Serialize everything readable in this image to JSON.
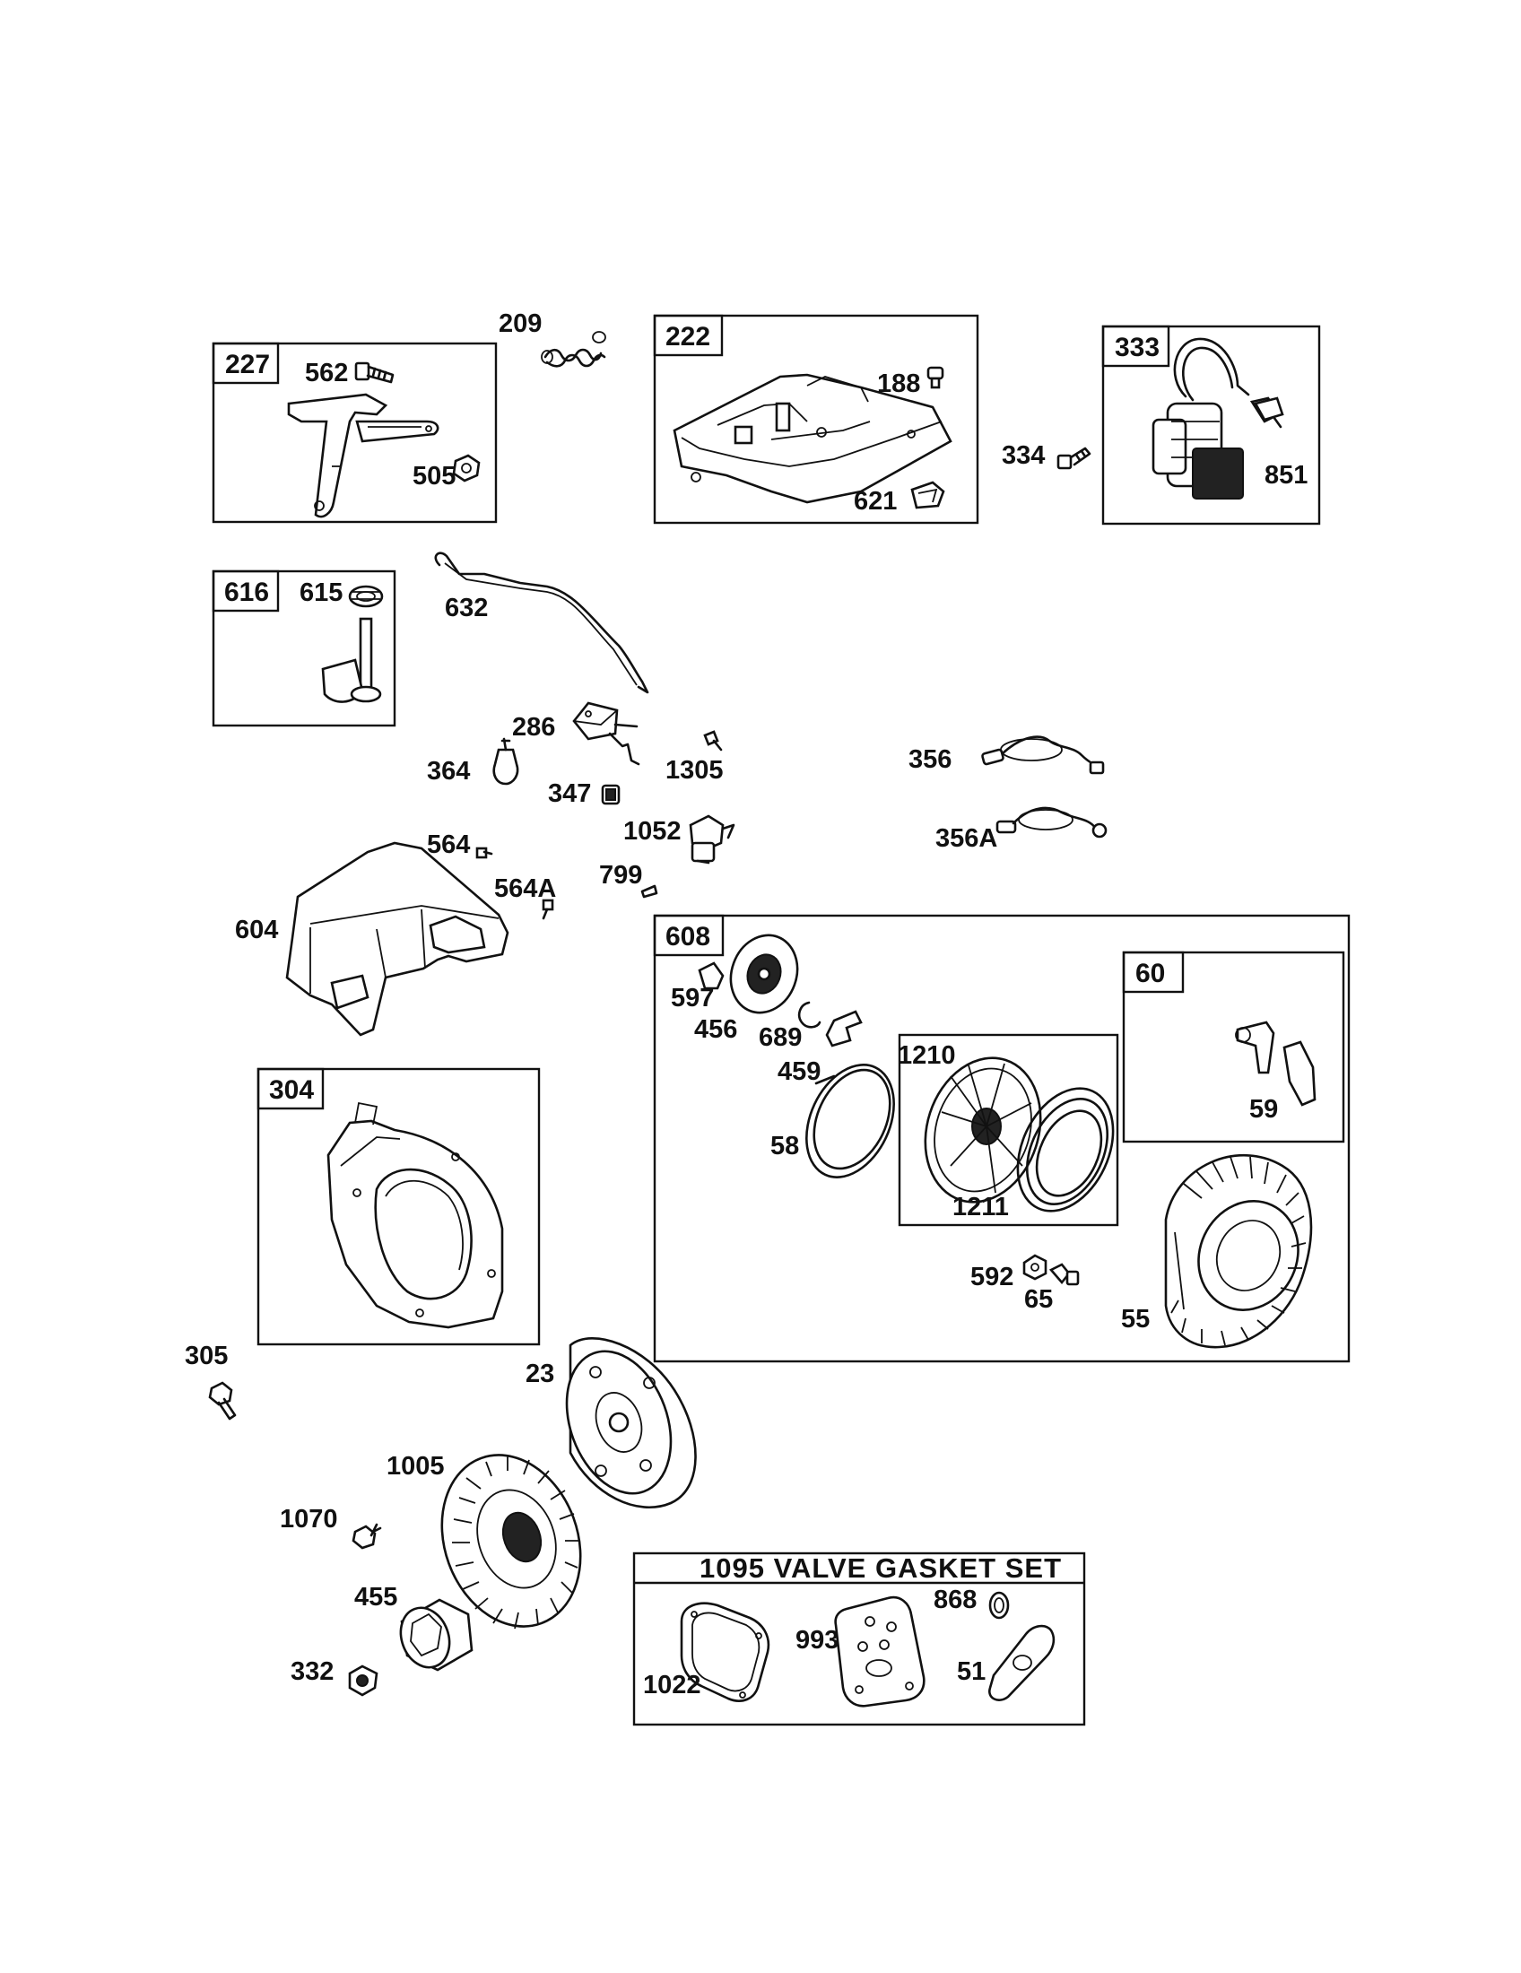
{
  "boxes": {
    "b227": "227",
    "b222": "222",
    "b333": "333",
    "b616": "616",
    "b304": "304",
    "b608": "608",
    "b60": "60"
  },
  "gasket_title": "1095 VALVE GASKET SET",
  "labels": {
    "p209": "209",
    "p562": "562",
    "p505": "505",
    "p188": "188",
    "p621": "621",
    "p334": "334",
    "p851": "851",
    "p615": "615",
    "p632": "632",
    "p286": "286",
    "p364": "364",
    "p1305": "1305",
    "p347": "347",
    "p356": "356",
    "p1052": "1052",
    "p356a": "356A",
    "p564": "564",
    "p564a": "564A",
    "p799": "799",
    "p604": "604",
    "p597": "597",
    "p456": "456",
    "p689": "689",
    "p459": "459",
    "p1210": "1210",
    "p58": "58",
    "p1211": "1211",
    "p59": "59",
    "p592": "592",
    "p65": "65",
    "p55": "55",
    "p305": "305",
    "p23": "23",
    "p1005": "1005",
    "p1070": "1070",
    "p455": "455",
    "p332": "332",
    "p868": "868",
    "p993": "993",
    "p1022": "1022",
    "p51": "51"
  }
}
